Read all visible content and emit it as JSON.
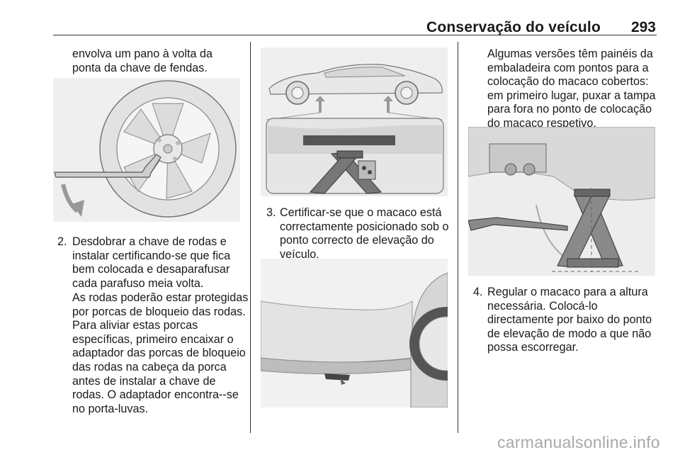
{
  "header": {
    "title": "Conservação do veículo",
    "page_number": "293"
  },
  "col1": {
    "intro": "envolva um pano à volta da ponta da chave de fendas.",
    "step2_num": "2.",
    "step2_text": "Desdobrar a chave de rodas e instalar certificando-se que fica bem colocada e desaparafusar cada parafuso meia volta.",
    "step2_note": "As rodas poderão estar protegidas por porcas de bloqueio das rodas. Para aliviar estas porcas específicas, primeiro encaixar o adaptador das porcas de bloqueio das rodas na cabeça da porca antes de instalar a chave de rodas. O adaptador encontra--se no porta-luvas."
  },
  "col2": {
    "step3_num": "3.",
    "step3_text": "Certificar-se que o macaco está correctamente posicionado sob o ponto correcto de elevação do veículo."
  },
  "col3": {
    "intro": "Algumas versões têm painéis da embaladeira com pontos para a colocação do macaco cobertos: em primeiro lugar, puxar a tampa para fora no ponto de colocação do macaco respetivo.",
    "step4_num": "4.",
    "step4_text": "Regular o macaco para a altura necessária. Colocá-lo directamente por baixo do ponto de elevação de modo a que não possa escorregar."
  },
  "watermark": "carmanualsonline.info"
}
